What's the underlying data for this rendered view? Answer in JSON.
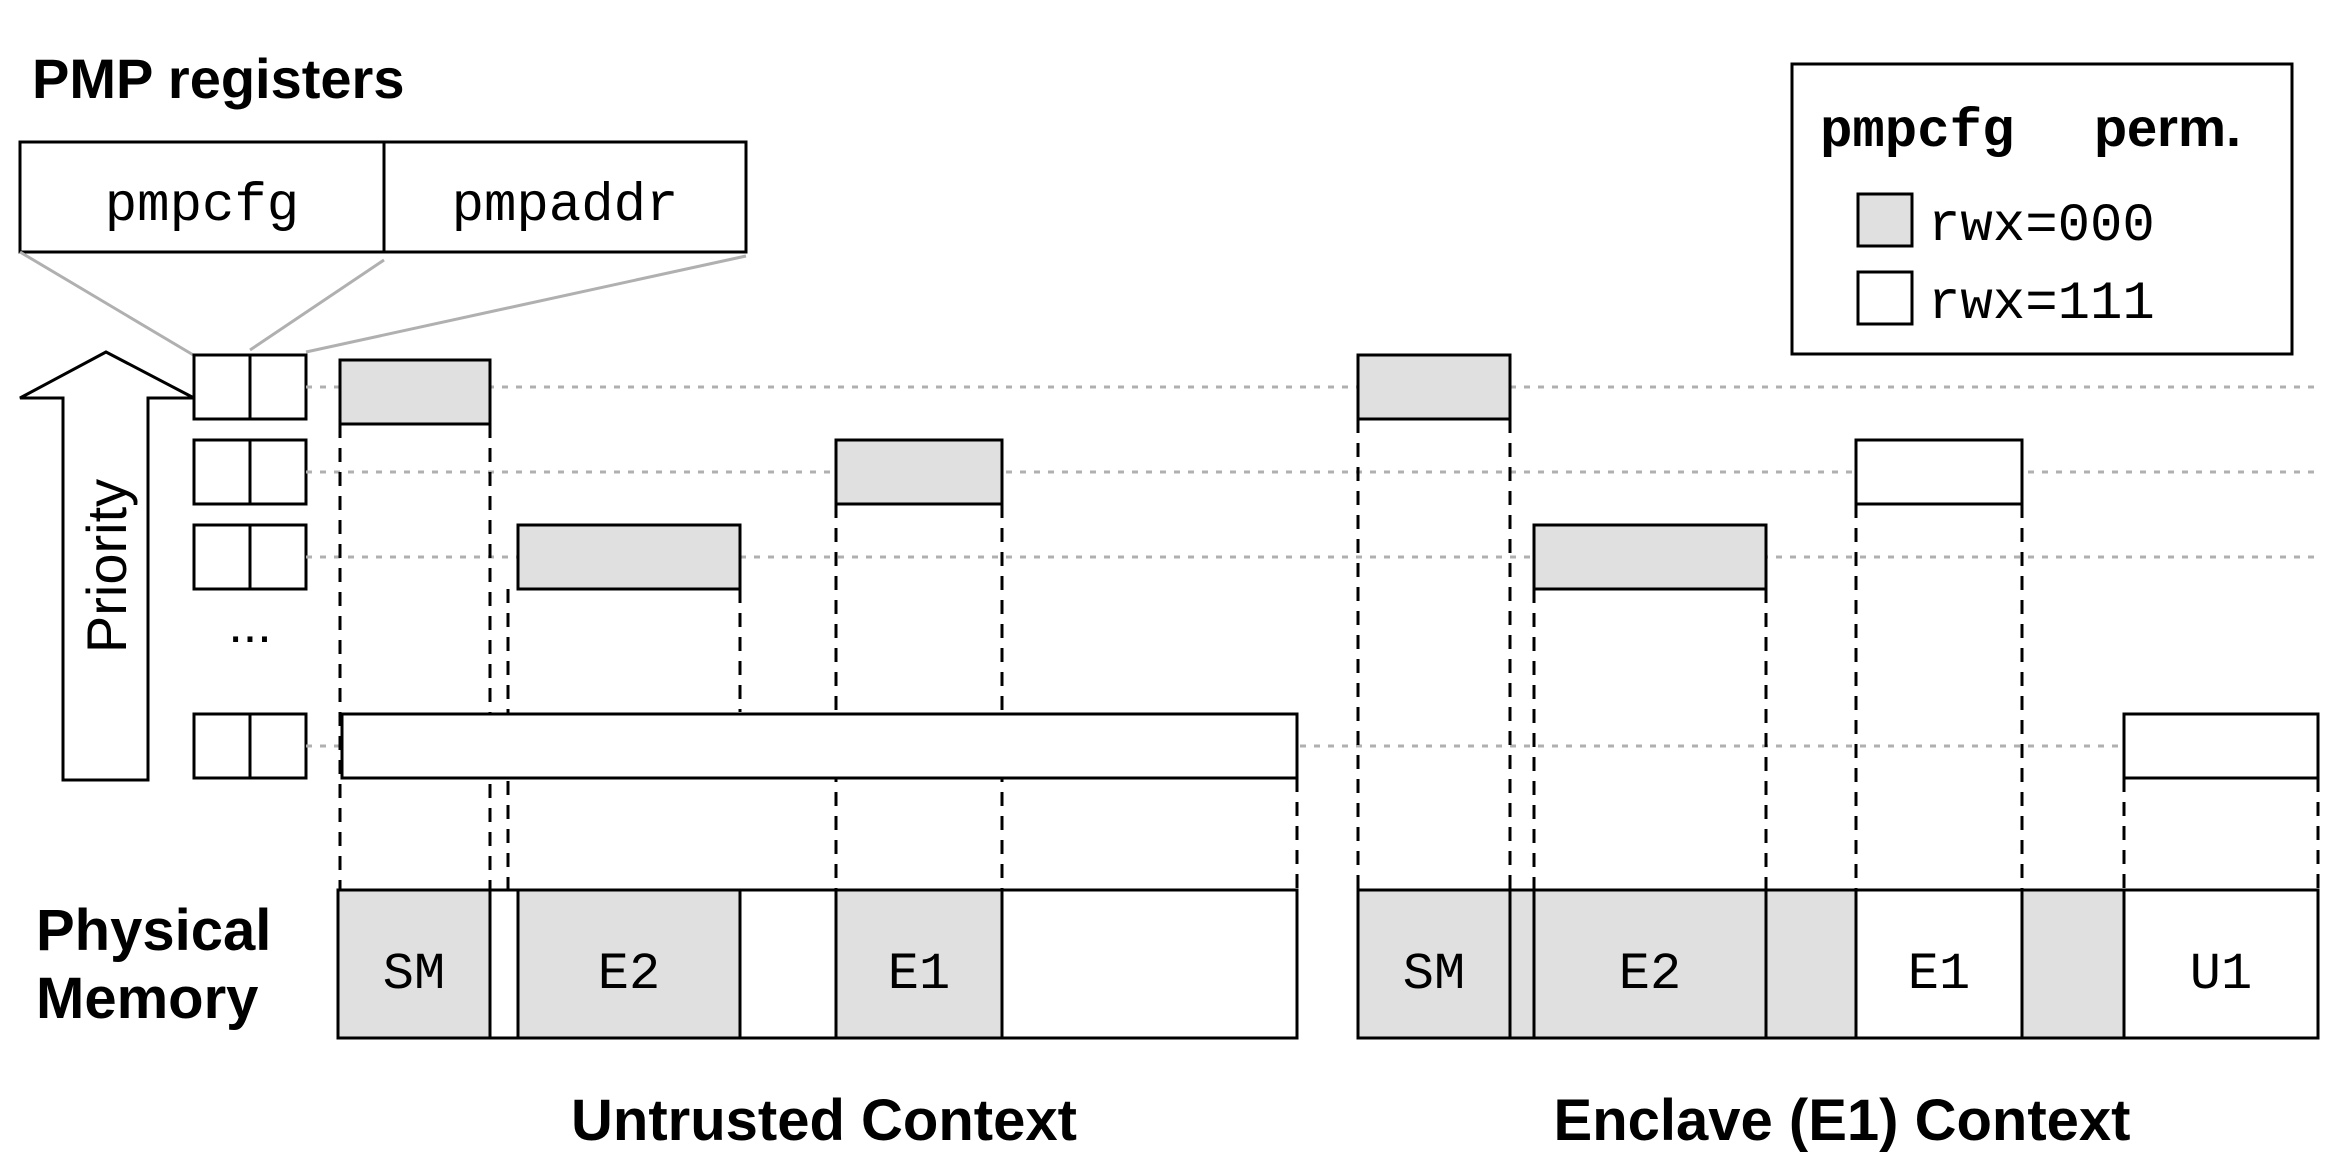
{
  "title": "PMP registers",
  "register_fields": {
    "cfg": "pmpcfg",
    "addr": "pmpaddr"
  },
  "priority_label": "Priority",
  "ellipsis": "...",
  "physical_memory_label": [
    "Physical",
    "Memory"
  ],
  "legend": {
    "title_code": "pmpcfg",
    "title_text": "perm.",
    "items": [
      {
        "label": "rwx=000",
        "fill": "#e0e0e0"
      },
      {
        "label": "rwx=111",
        "fill": "#ffffff"
      }
    ]
  },
  "contexts": [
    {
      "label": "Untrusted Context",
      "memory_labels": [
        "SM",
        "E2",
        "E1"
      ]
    },
    {
      "label": "Enclave (E1) Context",
      "memory_labels": [
        "SM",
        "E2",
        "E1",
        "U1"
      ]
    }
  ],
  "colors": {
    "denied": "#e0e0e0",
    "allowed": "#ffffff",
    "stroke": "#000000",
    "guide": "#b0b0b0"
  }
}
